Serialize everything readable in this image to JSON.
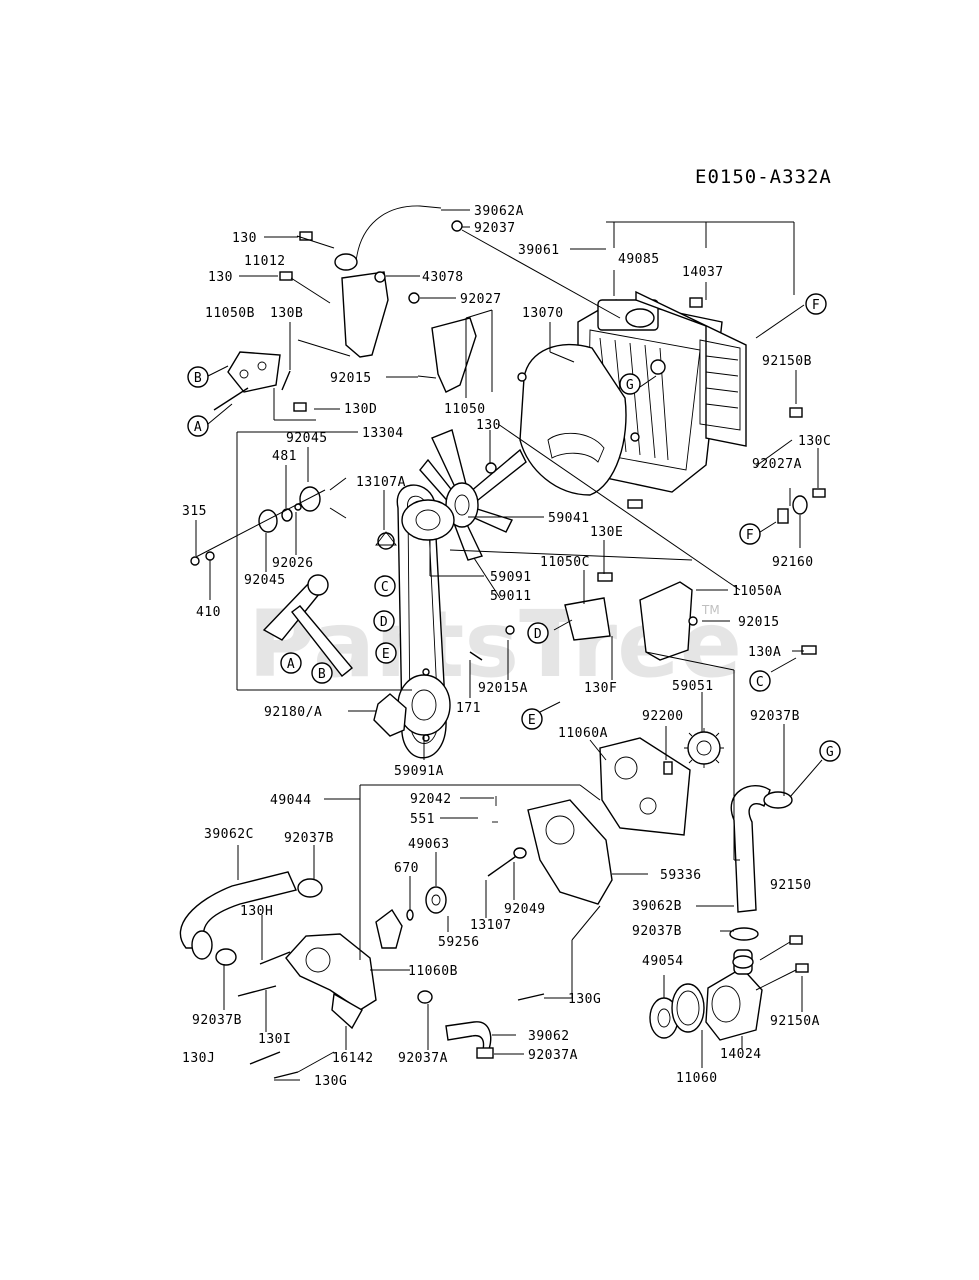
{
  "diagram": {
    "title": "E0150-A332A",
    "watermark": "PartsTree",
    "watermark_tm": "TM",
    "labels": [
      {
        "text": "39062A"
      },
      {
        "text": "92037"
      },
      {
        "text": "130"
      },
      {
        "text": "11012"
      },
      {
        "text": "130"
      },
      {
        "text": "43078"
      },
      {
        "text": "92027"
      },
      {
        "text": "39061"
      },
      {
        "text": "49085"
      },
      {
        "text": "14037"
      },
      {
        "text": "11050B"
      },
      {
        "text": "130B"
      },
      {
        "text": "13070"
      },
      {
        "text": "92150B"
      },
      {
        "text": "92015"
      },
      {
        "text": "11050"
      },
      {
        "text": "130D"
      },
      {
        "text": "130"
      },
      {
        "text": "130C"
      },
      {
        "text": "92045"
      },
      {
        "text": "13304"
      },
      {
        "text": "92027A"
      },
      {
        "text": "481"
      },
      {
        "text": "13107A"
      },
      {
        "text": "315"
      },
      {
        "text": "59041"
      },
      {
        "text": "92160"
      },
      {
        "text": "130E"
      },
      {
        "text": "92026"
      },
      {
        "text": "92045"
      },
      {
        "text": "59091"
      },
      {
        "text": "11050C"
      },
      {
        "text": "11050A"
      },
      {
        "text": "59011"
      },
      {
        "text": "410"
      },
      {
        "text": "92015"
      },
      {
        "text": "130A"
      },
      {
        "text": "92015A"
      },
      {
        "text": "130F"
      },
      {
        "text": "171"
      },
      {
        "text": "59051"
      },
      {
        "text": "92180/A"
      },
      {
        "text": "92200"
      },
      {
        "text": "92037B"
      },
      {
        "text": "11060A"
      },
      {
        "text": "59091A"
      },
      {
        "text": "49044"
      },
      {
        "text": "92042"
      },
      {
        "text": "551"
      },
      {
        "text": "39062C"
      },
      {
        "text": "92037B"
      },
      {
        "text": "49063"
      },
      {
        "text": "670"
      },
      {
        "text": "59336"
      },
      {
        "text": "92150"
      },
      {
        "text": "92049"
      },
      {
        "text": "130H"
      },
      {
        "text": "13107"
      },
      {
        "text": "39062B"
      },
      {
        "text": "59256"
      },
      {
        "text": "92037B"
      },
      {
        "text": "11060B"
      },
      {
        "text": "49054"
      },
      {
        "text": "130G"
      },
      {
        "text": "92037B"
      },
      {
        "text": "130I"
      },
      {
        "text": "39062"
      },
      {
        "text": "14024"
      },
      {
        "text": "92150A"
      },
      {
        "text": "130J"
      },
      {
        "text": "16142"
      },
      {
        "text": "92037A"
      },
      {
        "text": "92037A"
      },
      {
        "text": "130G"
      },
      {
        "text": "11060"
      }
    ],
    "callouts": [
      {
        "letter": "F"
      },
      {
        "letter": "B"
      },
      {
        "letter": "G"
      },
      {
        "letter": "A"
      },
      {
        "letter": "F"
      },
      {
        "letter": "C"
      },
      {
        "letter": "D"
      },
      {
        "letter": "D"
      },
      {
        "letter": "A"
      },
      {
        "letter": "B"
      },
      {
        "letter": "E"
      },
      {
        "letter": "C"
      },
      {
        "letter": "E"
      },
      {
        "letter": "G"
      }
    ]
  }
}
